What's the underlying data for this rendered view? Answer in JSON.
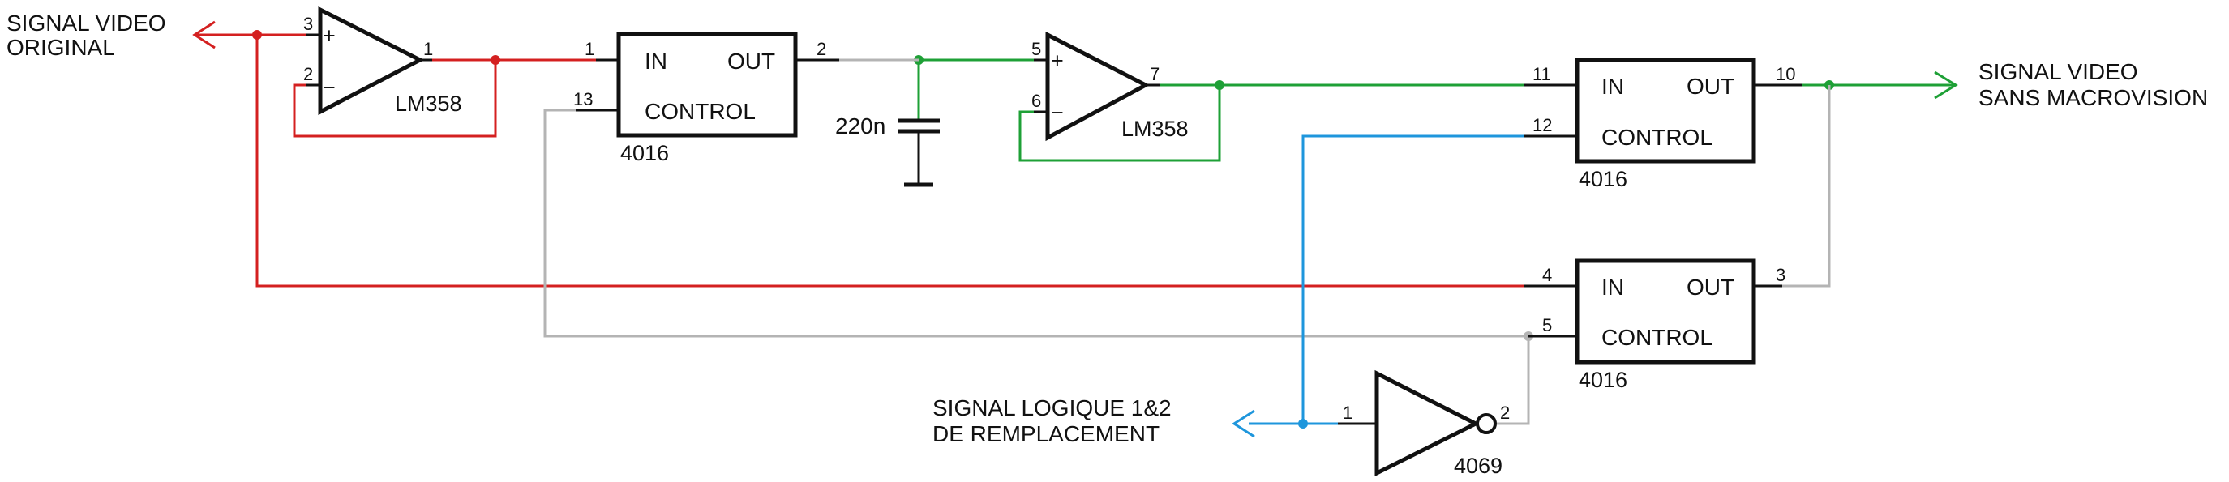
{
  "labels": {
    "input_line1": "SIGNAL VIDEO",
    "input_line2": "ORIGINAL",
    "output_line1": "SIGNAL VIDEO",
    "output_line2": "SANS MACROVISION",
    "logic_line1": "SIGNAL LOGIQUE 1&2",
    "logic_line2": "DE REMPLACEMENT"
  },
  "opamp1": {
    "name": "LM358",
    "plus": "+",
    "minus": "−",
    "pin_plus": "3",
    "pin_minus": "2",
    "pin_out": "1"
  },
  "opamp2": {
    "name": "LM358",
    "plus": "+",
    "minus": "−",
    "pin_plus": "5",
    "pin_minus": "6",
    "pin_out": "7"
  },
  "switch1": {
    "name": "4016",
    "in": "IN",
    "out": "OUT",
    "control": "CONTROL",
    "pin_in": "1",
    "pin_out": "2",
    "pin_ctrl": "13"
  },
  "switch2": {
    "name": "4016",
    "in": "IN",
    "out": "OUT",
    "control": "CONTROL",
    "pin_in": "11",
    "pin_out": "10",
    "pin_ctrl": "12"
  },
  "switch3": {
    "name": "4016",
    "in": "IN",
    "out": "OUT",
    "control": "CONTROL",
    "pin_in": "4",
    "pin_out": "3",
    "pin_ctrl": "5"
  },
  "capacitor": {
    "value": "220n"
  },
  "inverter": {
    "name": "4069",
    "pin_in": "1",
    "pin_out": "2"
  },
  "colors": {
    "red": "#d42020",
    "green": "#1ea036",
    "gray": "#b4b4b4",
    "blue": "#1e96dc",
    "black": "#111111"
  }
}
